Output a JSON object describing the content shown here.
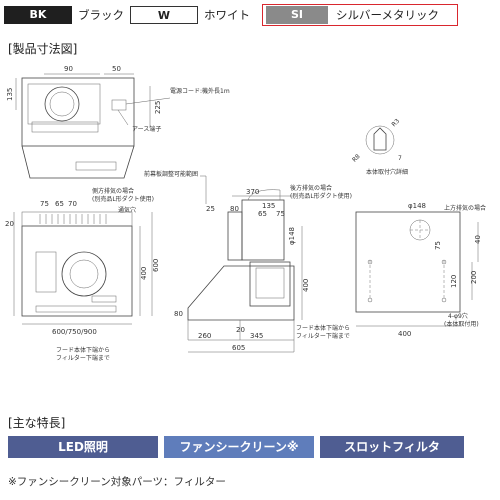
{
  "colors": {
    "black": {
      "code": "BK",
      "name": "ブラック"
    },
    "white": {
      "code": "W",
      "name": "ホワイト"
    },
    "silver": {
      "code": "SI",
      "name": "シルバーメタリック",
      "selected": true
    },
    "accent_selected": "#d9272e",
    "feature_blue": "#5a6fa6"
  },
  "sections": {
    "dimensions_title": "[製品寸法図]",
    "features_title": "[主な特長]"
  },
  "drawing": {
    "top_view": {
      "dim_90": "90",
      "dim_50": "50",
      "dim_135": "135",
      "dim_225": "225",
      "cord_label": "電源コード:機外長1m",
      "ground_label": "アース端子"
    },
    "front_view": {
      "side_exhaust": "側方排気の場合",
      "side_exhaust_note": "(別売品L形ダクト使用)",
      "vent_hole": "通気穴",
      "dim_75": "75",
      "dim_65": "65",
      "dim_70": "70",
      "dim_20": "20",
      "dim_400": "400",
      "dim_600": "600",
      "width_options": "600/750/900"
    },
    "side_view": {
      "front_plate_range": "前幕板調整可能範囲",
      "dim_25": "25",
      "dim_80": "80",
      "dim_370": "370",
      "rear_exhaust": "後方排気の場合",
      "rear_exhaust_note": "(別売品L形ダクト使用)",
      "dim_135": "135",
      "dim_65": "65",
      "dim_75": "75",
      "dim_148": "φ148",
      "dim_400": "400",
      "dim_20": "20",
      "dim_80b": "80",
      "dim_260": "260",
      "dim_345": "345",
      "dim_605": "605",
      "hood_bottom_note": "フード本体下端から",
      "filter_bottom_note": "フィルター下端まで"
    },
    "back_view": {
      "mount_hole_detail": "本体取付穴詳細",
      "dim_r3": "R3",
      "dim_r8": "R8",
      "dim_7": "7",
      "top_exhaust": "上方排気の場合",
      "dim_148": "φ148",
      "dim_40": "40",
      "dim_75": "75",
      "dim_200": "200",
      "dim_120": "120",
      "dim_400": "400",
      "hole_count": "4-φ9穴",
      "hole_note": "(本体取付用)"
    }
  },
  "features": [
    "LED照明",
    "ファンシークリーン※",
    "スロットフィルタ"
  ],
  "footnote": "※ファンシークリーン対象パーツ：フィルター"
}
